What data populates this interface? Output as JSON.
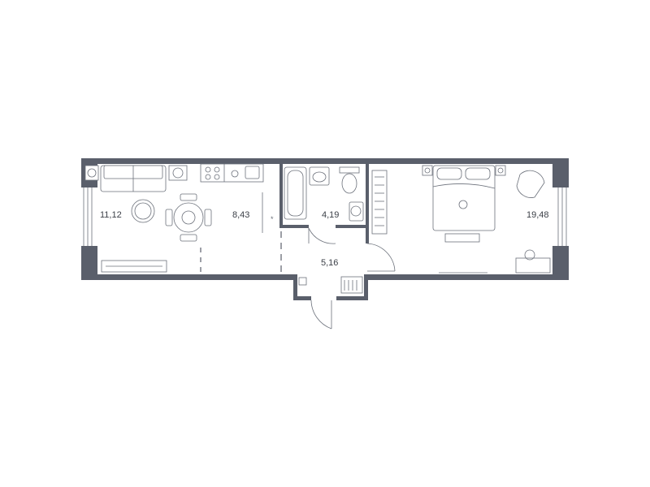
{
  "rooms": [
    {
      "key": "living",
      "area": "11,12"
    },
    {
      "key": "kitchen",
      "area": "8,43"
    },
    {
      "key": "bathroom",
      "area": "4,19"
    },
    {
      "key": "hallway",
      "area": "5,16"
    },
    {
      "key": "bedroom",
      "area": "19,48"
    }
  ],
  "colors": {
    "wall": "#5a5f6b",
    "furniture": "#6b707a",
    "background": "#ffffff"
  }
}
